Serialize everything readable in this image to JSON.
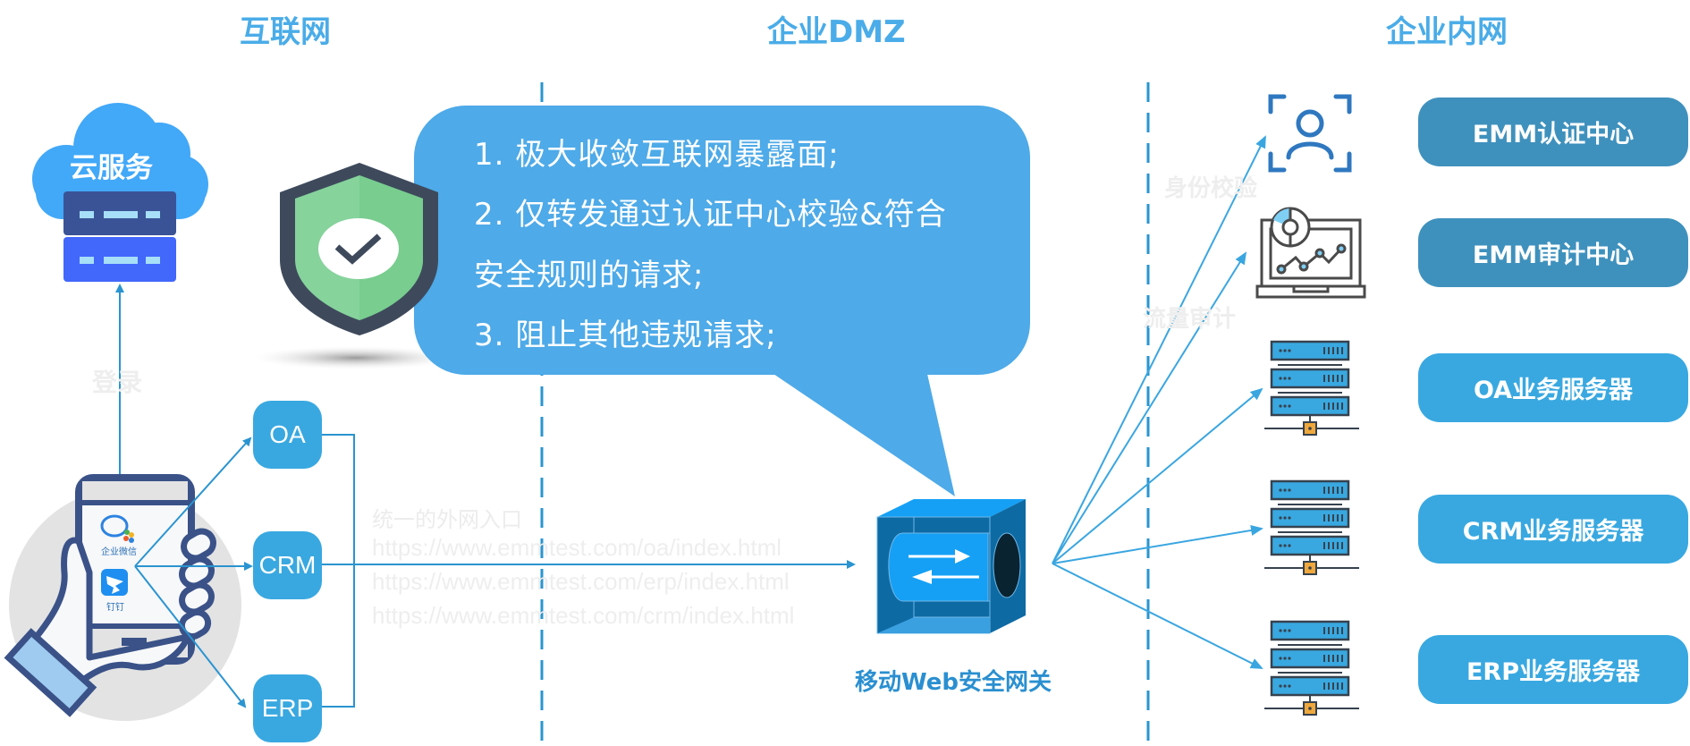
{
  "zones": {
    "internet": "互联网",
    "dmz": "企业DMZ",
    "intranet": "企业内网"
  },
  "cloud": {
    "label": "云服务",
    "login_label": "登录"
  },
  "phone": {
    "apps": [
      {
        "name": "企业微信",
        "icon": "wecom-icon"
      },
      {
        "name": "钉钉",
        "icon": "dingtalk-icon"
      }
    ]
  },
  "apps": [
    {
      "label": "OA"
    },
    {
      "label": "CRM"
    },
    {
      "label": "ERP"
    }
  ],
  "entry": {
    "title": "统一的外网入口",
    "urls": [
      "https://www.emmtest.com/oa/index.html",
      "https://www.emmtest.com/erp/index.html",
      "https://www.emmtest.com/crm/index.html"
    ]
  },
  "bubble": {
    "lines": [
      "1. 极大收敛互联网暴露面;",
      "2. 仅转发通过认证中心校验&符合",
      "安全规则的请求;",
      "3. 阻止其他违规请求;"
    ]
  },
  "gateway": {
    "label": "移动Web安全网关"
  },
  "flows": {
    "identity_check": "身份校验",
    "traffic_audit": "流量审计"
  },
  "intranet_services": [
    {
      "label": "EMM认证中心",
      "icon": "user-scan-icon",
      "style": "dark"
    },
    {
      "label": "EMM审计中心",
      "icon": "audit-dashboard-icon",
      "style": "dark"
    },
    {
      "label": "OA业务服务器",
      "icon": "server-rack-icon",
      "style": "light"
    },
    {
      "label": "CRM业务服务器",
      "icon": "server-rack-icon",
      "style": "light"
    },
    {
      "label": "ERP业务服务器",
      "icon": "server-rack-icon",
      "style": "light"
    }
  ],
  "colors": {
    "title_blue": "#4aace8",
    "line_blue": "#2a94d0",
    "arrow_blue": "#3aa6e0",
    "bubble_blue": "#4eaae8",
    "box_dark": "#3f91bd",
    "box_light": "#39a8e0",
    "shield_dark": "#3e4a5c",
    "shield_green": "#7dd096",
    "server_orange": "#f0a83c"
  }
}
